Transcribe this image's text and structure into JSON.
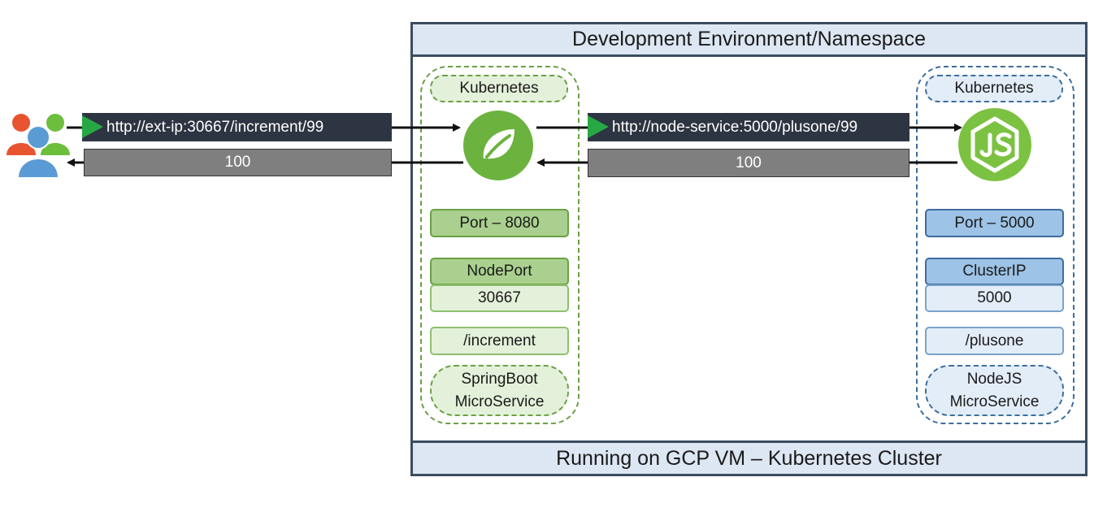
{
  "environment": {
    "title": "Development Environment/Namespace",
    "footer": "Running on GCP VM – Kubernetes Cluster"
  },
  "client": {
    "icon": "users-icon"
  },
  "springboot": {
    "platform": "Kubernetes",
    "icon": "spring-leaf-icon",
    "port": "Port – 8080",
    "service_type": "NodePort",
    "service_port": "30667",
    "endpoint": "/increment",
    "name_line1": "SpringBoot",
    "name_line2": "MicroService"
  },
  "nodejs": {
    "platform": "Kubernetes",
    "icon": "nodejs-icon",
    "port": "Port – 5000",
    "service_type": "ClusterIP",
    "service_port": "5000",
    "endpoint": "/plusone",
    "name_line1": "NodeJS",
    "name_line2": "MicroService"
  },
  "flows": {
    "client_request": "http://ext-ip:30667/increment/99",
    "client_response": "100",
    "internal_request": "http://node-service:5000/plusone/99",
    "internal_response": "100"
  },
  "colors": {
    "frame": "#3b4c5e",
    "header_fill": "#dde7f3",
    "spring_green": "#6bb33e",
    "node_green": "#7cc242",
    "request_bar": "#2e3542",
    "response_bar": "#7f7f7f",
    "play_icon": "#27a844"
  }
}
